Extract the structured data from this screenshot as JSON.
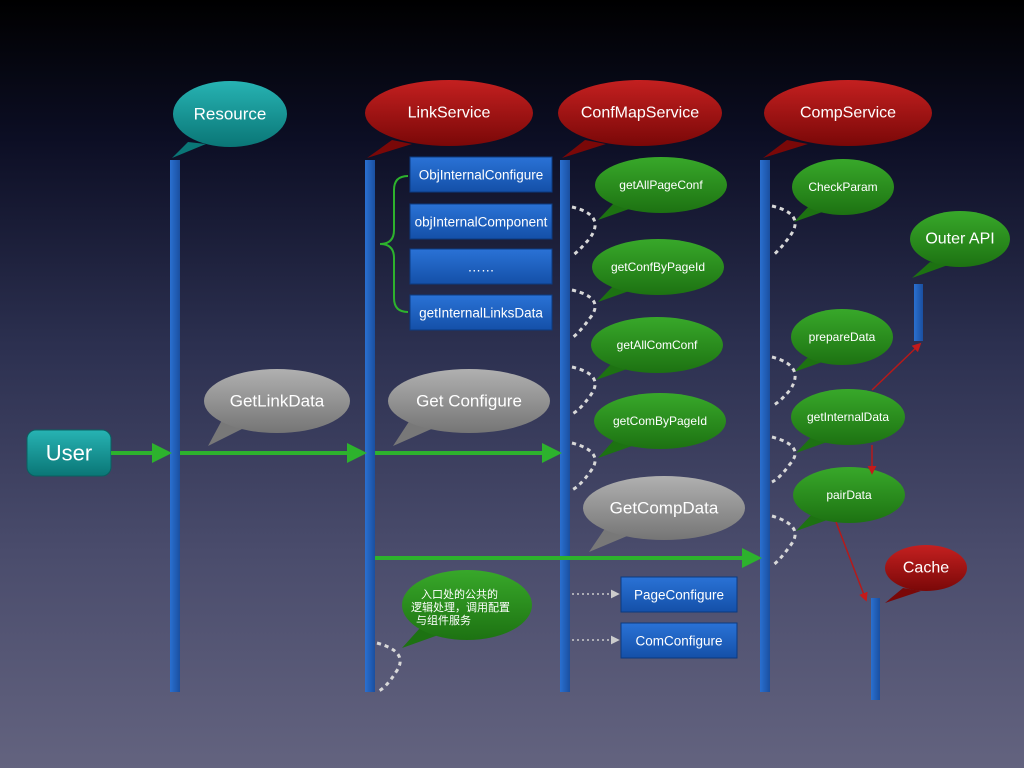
{
  "participants": {
    "resource": "Resource",
    "link_service": "LinkService",
    "conf_map_service": "ConfMapService",
    "comp_service": "CompService",
    "outer_api": "Outer API",
    "cache": "Cache"
  },
  "actor": {
    "user": "User"
  },
  "messages": {
    "get_link_data": "GetLinkData",
    "get_configure": "Get Configure",
    "get_comp_data": "GetCompData"
  },
  "link_service_items": [
    "ObjInternalConfigure",
    "objInternalComponent",
    "……",
    "getInternalLinksData"
  ],
  "conf_map_calls": [
    "getAllPageConf",
    "getConfByPageId",
    "getAllComConf",
    "getComByPageId"
  ],
  "comp_calls": [
    "CheckParam",
    "prepareData",
    "getInternalData",
    "pairData"
  ],
  "outputs": [
    "PageConfigure",
    "ComConfigure"
  ],
  "note": {
    "line1": "入口处的公共的",
    "line2": "逻辑处理，调用配置",
    "line3": "与组件服务"
  },
  "colors": {
    "lifeline": "#1f5fbf",
    "teal": "#0f8f8f",
    "red": "#9a0f0f",
    "green": "#2a8c1c",
    "grey": "#8a8a8a",
    "box": "#1d5fc0",
    "arrow_green": "#2db22d",
    "arrow_red": "#b51a1a"
  }
}
